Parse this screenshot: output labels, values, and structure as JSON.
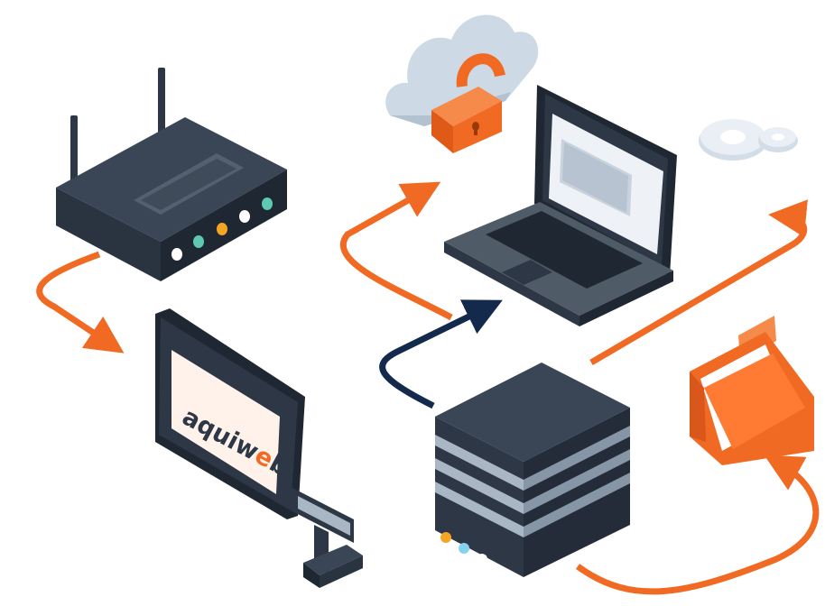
{
  "illustration": {
    "brand_text": "aquiweb",
    "brand_prefix": "aquiw",
    "brand_accent": "e",
    "brand_suffix": "b",
    "icons": [
      "router-icon",
      "cloud-lock-icon",
      "laptop-icon",
      "gears-icon",
      "display-monitor-icon",
      "server-icon",
      "folder-icon"
    ]
  },
  "colors": {
    "orange": "#f06a23",
    "navy": "#142a4c",
    "dark_slate": "#2d3745",
    "cloud": "#cdd9e5",
    "teal": "#5ec9b5"
  }
}
